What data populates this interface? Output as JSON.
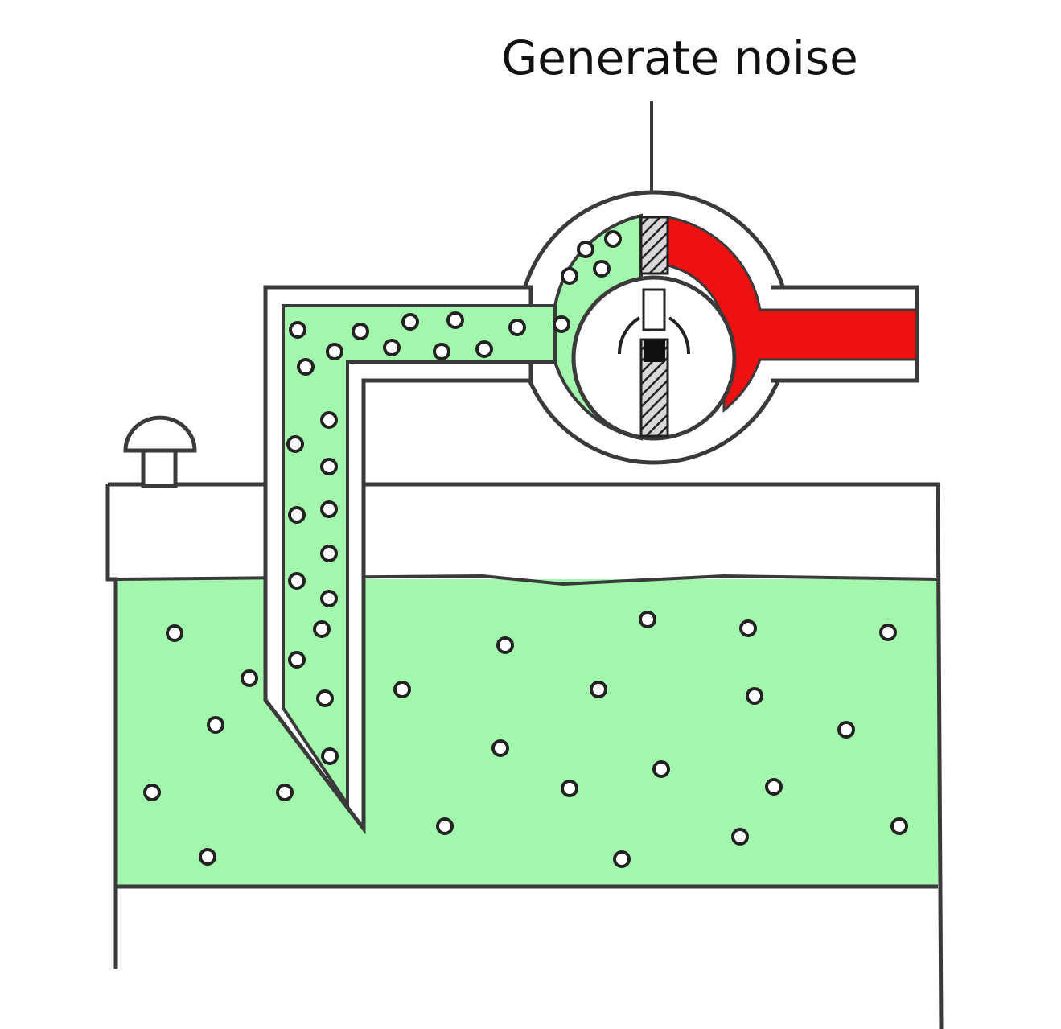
{
  "annotation": {
    "text": "Generate noise"
  },
  "colors": {
    "liquid": "#a3f7ad",
    "outlet_fluid": "#ee1111",
    "outline": "#3a3a3a",
    "bubble_fill": "#ffffff",
    "background": "#ffffff"
  },
  "parts": [
    "tank",
    "vent-cap",
    "suction-pipe",
    "pump-casing",
    "impeller",
    "outlet-pipe",
    "bubbles"
  ]
}
